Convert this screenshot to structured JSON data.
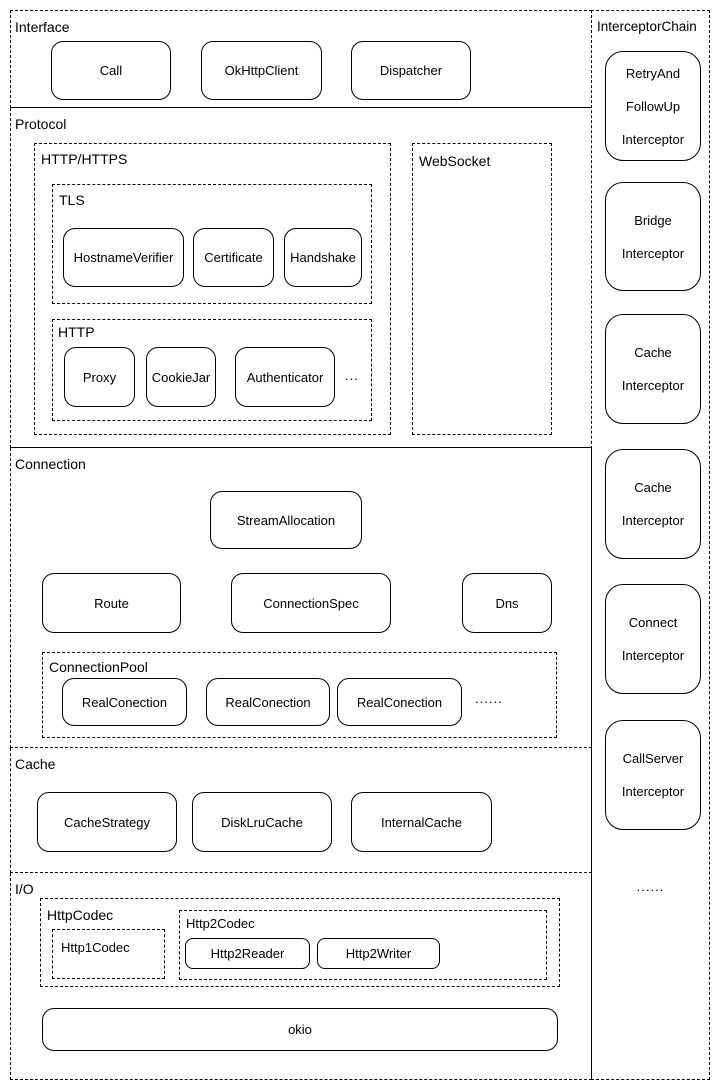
{
  "diagram": {
    "interface": {
      "label": "Interface",
      "nodes": [
        "Call",
        "OkHttpClient",
        "Dispatcher"
      ]
    },
    "protocol": {
      "label": "Protocol",
      "http_https": {
        "label": "HTTP/HTTPS",
        "tls": {
          "label": "TLS",
          "nodes": [
            "HostnameVerifier",
            "Certificate",
            "Handshake"
          ]
        },
        "http": {
          "label": "HTTP",
          "nodes": [
            "Proxy",
            "CookieJar",
            "Authenticator"
          ],
          "ellipsis": "..."
        }
      },
      "websocket": {
        "label": "WebSocket"
      }
    },
    "connection": {
      "label": "Connection",
      "top_node": "StreamAllocation",
      "mid_nodes": [
        "Route",
        "ConnectionSpec",
        "Dns"
      ],
      "pool": {
        "label": "ConnectionPool",
        "nodes": [
          "RealConection",
          "RealConection",
          "RealConection"
        ],
        "ellipsis": "......"
      }
    },
    "cache": {
      "label": "Cache",
      "nodes": [
        "CacheStrategy",
        "DiskLruCache",
        "InternalCache"
      ]
    },
    "io": {
      "label": "I/O",
      "http_codec": {
        "label": "HttpCodec",
        "http1": {
          "label": "Http1Codec"
        },
        "http2": {
          "label": "Http2Codec",
          "nodes": [
            "Http2Reader",
            "Http2Writer"
          ]
        }
      },
      "okio": "okio"
    },
    "interceptor_chain": {
      "label": "InterceptorChain",
      "boxes": [
        [
          "RetryAnd",
          "FollowUp",
          "Interceptor"
        ],
        [
          "Bridge",
          "Interceptor"
        ],
        [
          "Cache",
          "Interceptor"
        ],
        [
          "Cache",
          "Interceptor"
        ],
        [
          "Connect",
          "Interceptor"
        ],
        [
          "CallServer",
          "Interceptor"
        ]
      ],
      "ellipsis": "......"
    }
  },
  "colors": {
    "line": "#000000",
    "background": "#ffffff",
    "text": "#000000"
  }
}
